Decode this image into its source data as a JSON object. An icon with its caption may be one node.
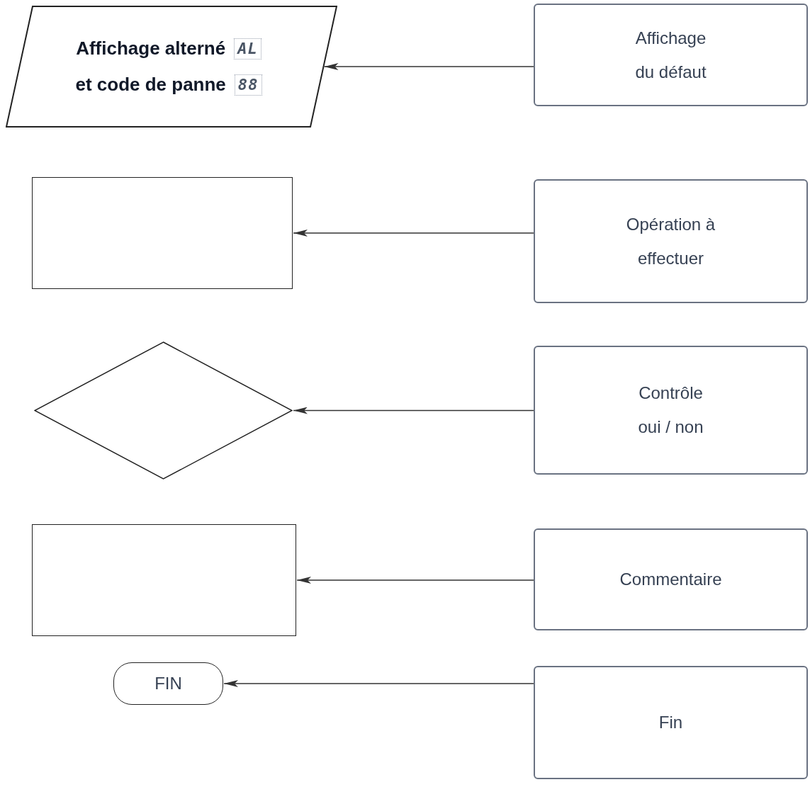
{
  "diagram": {
    "nodes": [
      {
        "text": [
          "Affichage alterné",
          "AL",
          "et code de panne",
          "88"
        ]
      },
      {
        "text": [
          "Affichage du défaut"
        ]
      },
      {
        "text": [],
        "shape": "box"
      },
      {
        "text": [
          "Opération à effectuer"
        ]
      },
      {
        "text": [],
        "shape": "diamond"
      },
      {
        "text": [
          "Contrôle oui / non"
        ]
      },
      {
        "text": [],
        "shape": "box"
      },
      {
        "text": [
          "Commentaire"
        ]
      },
      {
        "text": [
          "FIN"
        ]
      },
      {
        "text": [
          "Fin"
        ]
      }
    ],
    "edges": [
      {
        "from": 1,
        "to": 0,
        "arrow": "to"
      },
      {
        "from": 3,
        "to": 2,
        "arrow": "to"
      },
      {
        "from": 5,
        "to": 4,
        "arrow": "to"
      },
      {
        "from": 7,
        "to": 6,
        "arrow": "to"
      },
      {
        "from": 9,
        "to": 8,
        "arrow": "to"
      }
    ]
  }
}
